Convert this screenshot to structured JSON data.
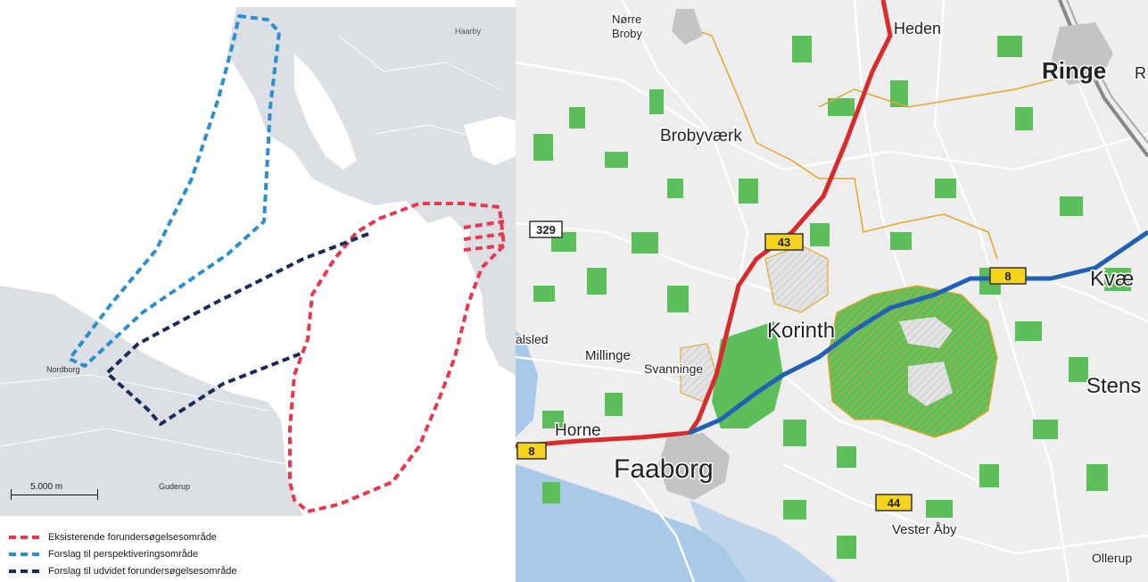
{
  "left_map": {
    "places": {
      "haarby": "Haarby",
      "nordborg": "Nordborg",
      "guderup": "Guderup"
    },
    "scalebar": {
      "label": "5.000 m"
    },
    "legend": [
      {
        "label": "Eksisterende forundersøgelsesområde",
        "color": "#e8384f"
      },
      {
        "label": "Forslag til perspektiveringsområde",
        "color": "#2a8fd0"
      },
      {
        "label": "Forslag til udvidet forundersøgelsesområde",
        "color": "#1d2a5c"
      }
    ]
  },
  "right_map": {
    "places": {
      "norre_broby_1": "Nørre",
      "norre_broby_2": "Broby",
      "heden": "Heden",
      "ringe": "Ringe",
      "ringe_cut": "R",
      "brobyvaerk": "Brobyværk",
      "korinth": "Korinth",
      "kvaerndrup_cut": "Kvæ",
      "alsled_cut": "alsled",
      "millinge": "Millinge",
      "svanninge": "Svanninge",
      "horne": "Horne",
      "faaborg": "Faaborg",
      "stenstrup_cut": "Stens",
      "vester_aaby": "Vester Åby",
      "ollerup": "Ollerup"
    },
    "road_shields": {
      "r329": "329",
      "r43": "43",
      "r8_east": "8",
      "r8_west": "8",
      "r44": "44"
    },
    "colors": {
      "route_red": "#d92b2b",
      "route_blue": "#2260b5",
      "forest": "#5cbf5c",
      "water": "#a9c9e8",
      "shield": "#f5d31d"
    }
  }
}
